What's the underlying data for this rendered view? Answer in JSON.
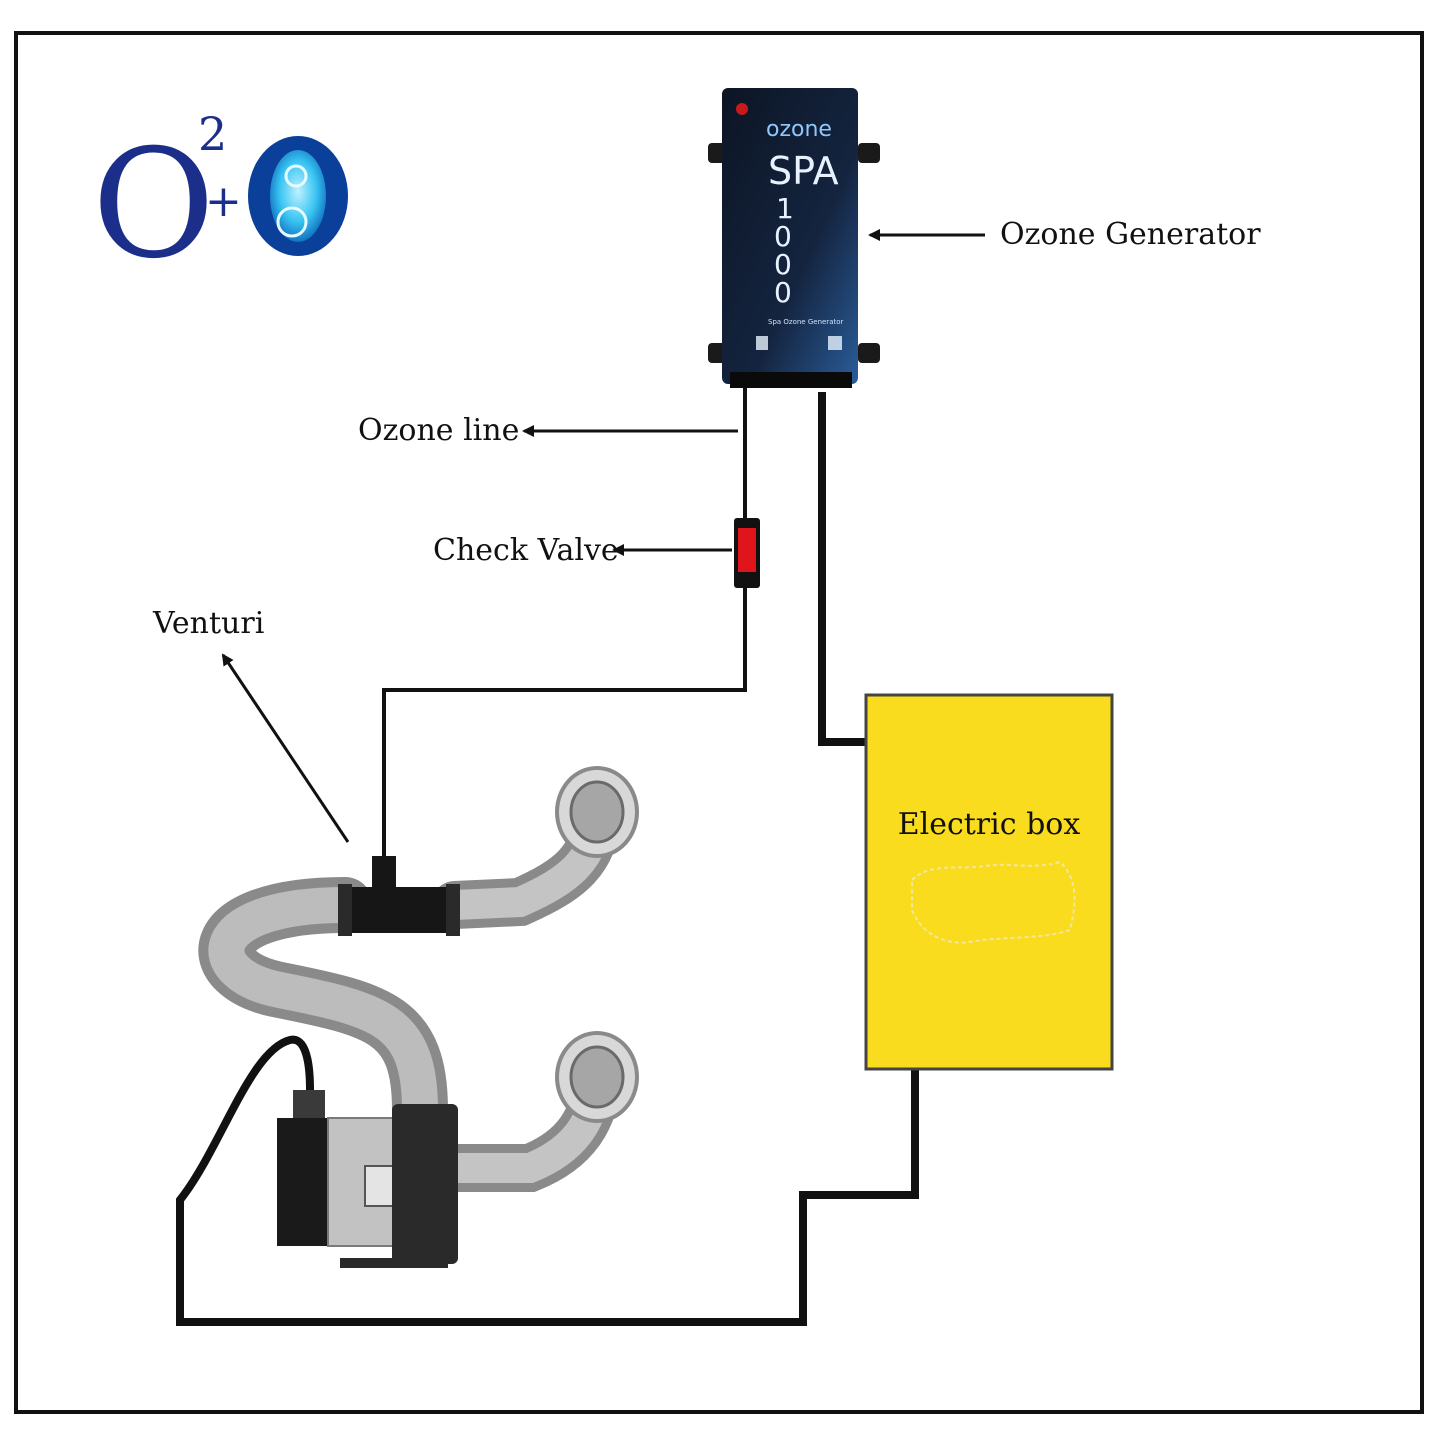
{
  "logo": {
    "big_o": "O",
    "superscript": "2",
    "plus": "+",
    "small_o": "O",
    "color": "#1b2f8a",
    "accent": "#1f8fe0"
  },
  "generator": {
    "brand": "ozone",
    "model": "SPA",
    "number_digits": [
      "1",
      "0",
      "0",
      "0"
    ],
    "subtitle": "Spa Ozone Generator",
    "body_color": "#0f1a2b",
    "accent_color": "#3a8fe0"
  },
  "labels": {
    "ozone_generator": "Ozone Generator",
    "ozone_line": "Ozone line",
    "check_valve": "Check Valve",
    "venturi": "Venturi",
    "electric_box": "Electric box"
  },
  "colors": {
    "frame": "#111111",
    "wire": "#111111",
    "check_valve": "#e0151b",
    "electric_box_fill": "#f9dc1e",
    "hose": "#a8a8a8",
    "pump_dark": "#1a1a1a",
    "pump_light": "#bdbdbd"
  }
}
